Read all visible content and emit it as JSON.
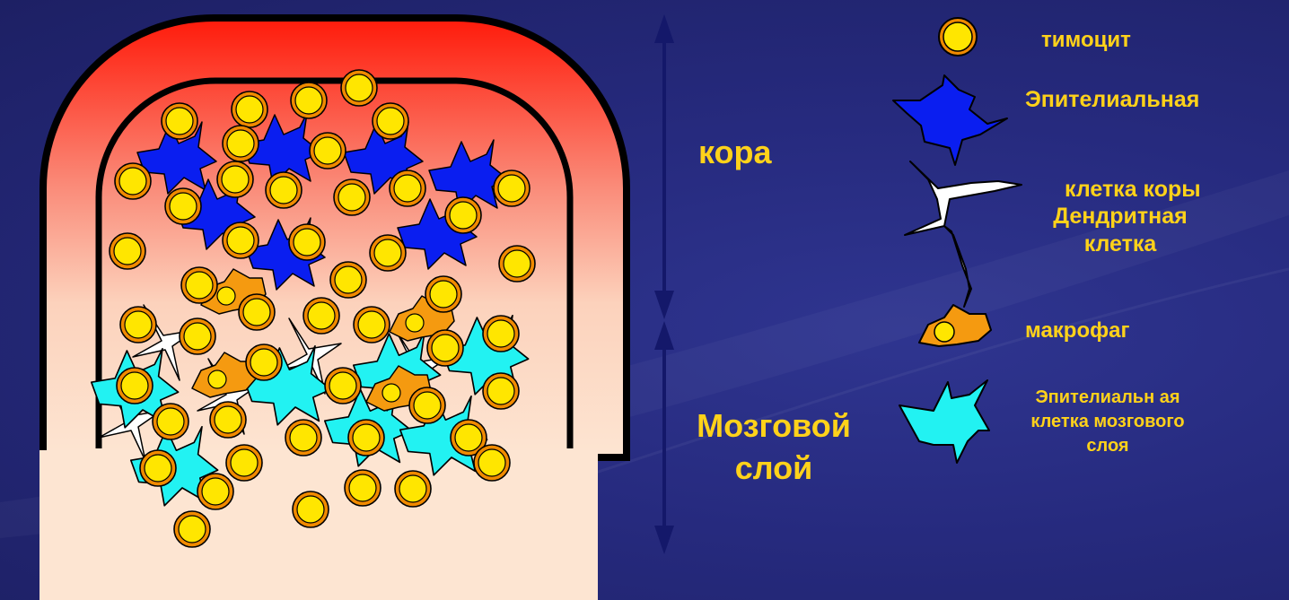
{
  "regions": {
    "cortex": "кора",
    "medulla": "Мозговой слой"
  },
  "legend": {
    "thymocyte": "тимоцит",
    "epithelial_cortex_line1": "Эпителиальная",
    "epithelial_cortex_line2": "клетка коры",
    "dendritic": "Дендритная клетка",
    "macrophage": "макрофаг",
    "epithelial_medulla": "Эпителиальн ая клетка мозгового слоя"
  },
  "colors": {
    "background": "#262a7e",
    "label_text": "#ffd21a",
    "thymocyte": "#ffe600",
    "thymocyte_ring": "#f08a00",
    "epithelial_cortex": "#0a1ef0",
    "epithelial_medulla": "#22f2f2",
    "macrophage": "#f59a10",
    "dendritic": "#ffffff",
    "cortex_top": "#ff1a0a",
    "medulla_fill": "#fde5d2",
    "arrow": "#14186a"
  }
}
